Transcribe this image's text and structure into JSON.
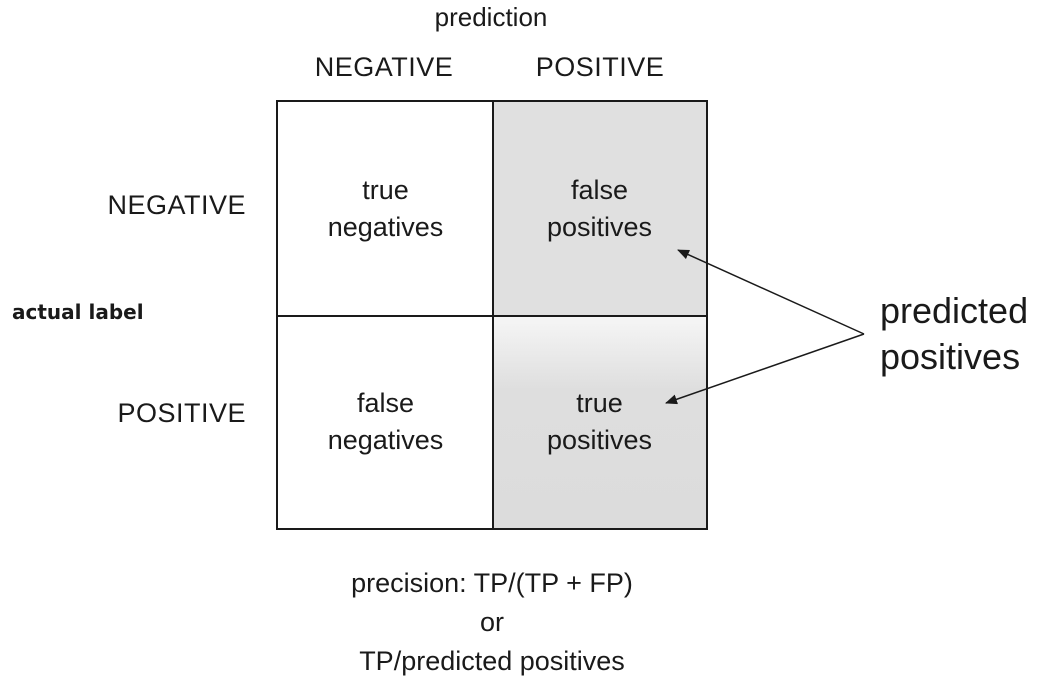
{
  "prediction_title": "prediction",
  "columns": [
    "NEGATIVE",
    "POSITIVE"
  ],
  "rows": [
    "NEGATIVE",
    "POSITIVE"
  ],
  "actual_label": "actual label",
  "cells": {
    "tn": [
      "true",
      "negatives"
    ],
    "fp": [
      "false",
      "positives"
    ],
    "fn": [
      "false",
      "negatives"
    ],
    "tp": [
      "true",
      "positives"
    ]
  },
  "callout": [
    "predicted",
    "positives"
  ],
  "precision_lines": [
    "precision: TP/(TP + FP)",
    "or",
    "TP/predicted positives"
  ],
  "colors": {
    "line": "#1a1a1a",
    "shade": "#e0e0e0",
    "text": "#1a1a1a"
  }
}
